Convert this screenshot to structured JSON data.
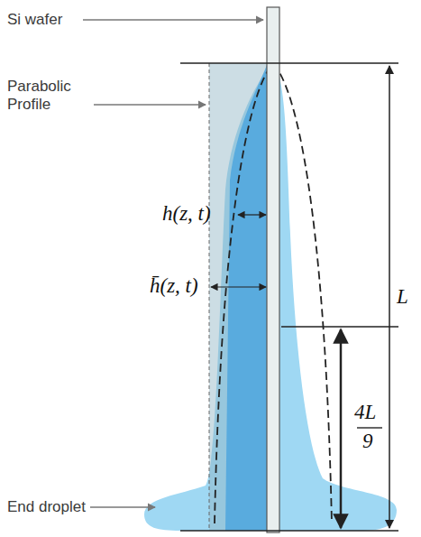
{
  "diagram": {
    "labels": [
      "Si wafer",
      "Parabolic Profile",
      "h(z, t)",
      "h̄(z, t)",
      "L",
      "4L",
      "9",
      "End droplet"
    ]
  }
}
